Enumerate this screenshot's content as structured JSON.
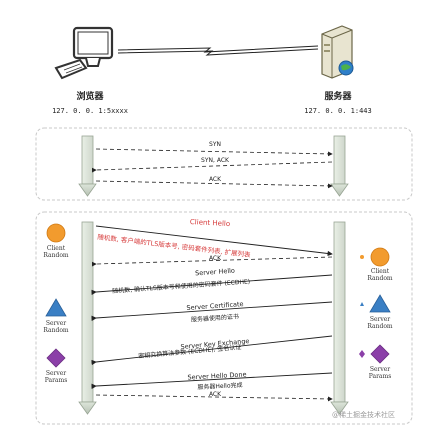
{
  "endpoints": {
    "client": {
      "title": "浏览器",
      "addr": "127. 0. 0. 1:5xxxx"
    },
    "server": {
      "title": "服务器",
      "addr": "127. 0. 0. 1:443"
    }
  },
  "handshake": {
    "syn": "SYN",
    "synack": "SYN, ACK",
    "ack": "ACK"
  },
  "tls": {
    "client_hello": "Client Hello",
    "client_hello_detail": "随机数, 客户端的TLS版本号, 密码套件列表, 扩展列表",
    "ack1": "ACK",
    "server_hello": "Server Hello",
    "server_hello_detail": "随机数, 确认TLS版本号和使用的密码套件 (ECDHE)",
    "server_certificate": "Server Certificate",
    "server_certificate_detail": "服务器使用的证书",
    "server_key_exchange": "Server Key Exchange",
    "server_key_exchange_detail": "密钥交换算法参数 (ECDHE), 签名认证",
    "server_hello_done": "Server Hello Done",
    "server_hello_done_detail": "服务器Hello完成",
    "ack2": "ACK"
  },
  "left_labels": {
    "client_random": "Client\nRandom",
    "server_random": "Server\nRandom",
    "server_params": "Server\nParams"
  },
  "right_labels": {
    "client_random": "Client\nRandom",
    "server_random": "Server\nRandom",
    "server_params": "Server\nParams"
  },
  "watermark": "@稀土掘金技术社区",
  "colors": {
    "orange": "#f29b2e",
    "blue": "#3a7fc4",
    "purple": "#8b3fa8",
    "red": "#d63a3a",
    "dashed_box": "#c8c8c8"
  }
}
